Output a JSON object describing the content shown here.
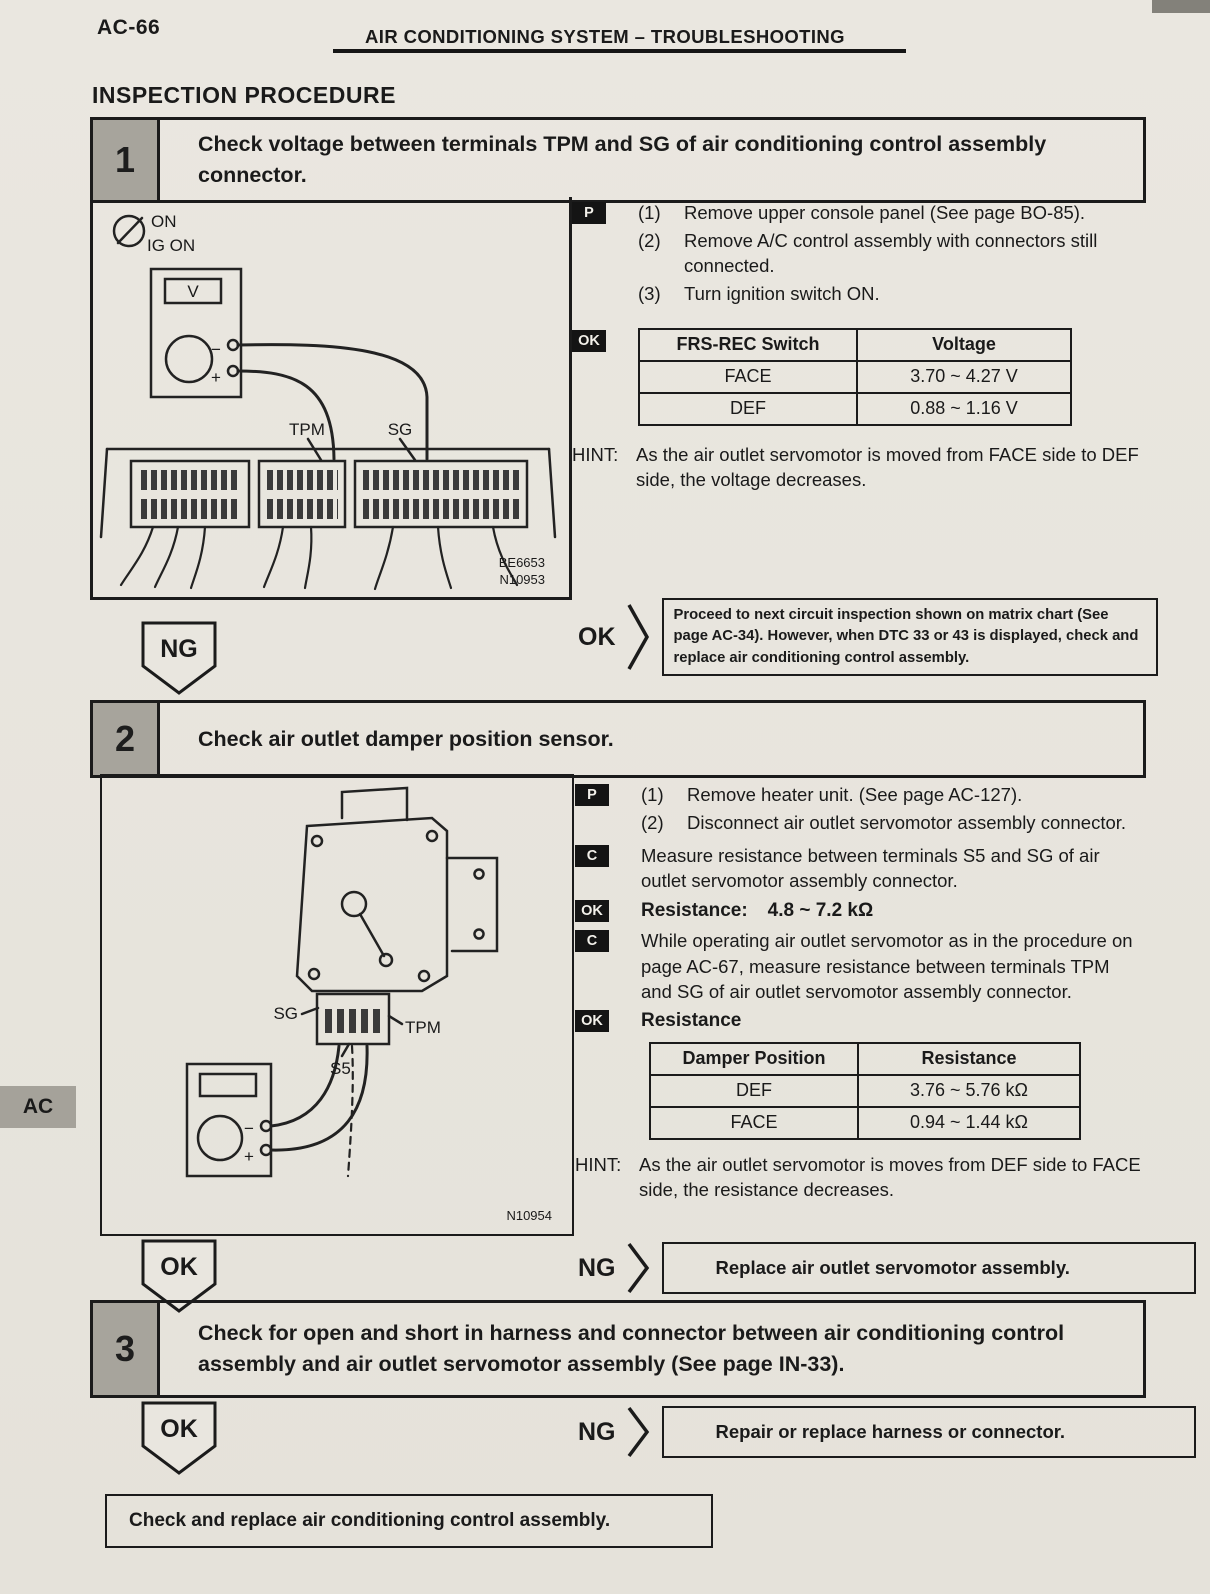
{
  "page": {
    "number": "AC-66",
    "header_title": "AIR CONDITIONING SYSTEM – TROUBLESHOOTING",
    "section_title": "INSPECTION PROCEDURE",
    "side_tab": "AC"
  },
  "badges": {
    "prepare": "P",
    "check": "C",
    "ok": "OK"
  },
  "step1": {
    "number": "1",
    "title": "Check voltage between terminals TPM and SG of air conditioning control assembly connector.",
    "diagram": {
      "ignition_on": "ON",
      "ignition_ig_on": "IG ON",
      "meter_window": "V",
      "minus": "−",
      "plus": "+",
      "terminal_tpm": "TPM",
      "terminal_sg": "SG",
      "fig_code_1": "BE6653",
      "fig_code_2": "N10953"
    },
    "prep_steps": [
      {
        "num": "(1)",
        "text": "Remove upper console panel (See page BO-85)."
      },
      {
        "num": "(2)",
        "text": "Remove A/C control assembly with connectors still connected."
      },
      {
        "num": "(3)",
        "text": "Turn ignition switch ON."
      }
    ],
    "table": {
      "headers": [
        "FRS-REC Switch",
        "Voltage"
      ],
      "rows": [
        [
          "FACE",
          "3.70 ~ 4.27 V"
        ],
        [
          "DEF",
          "0.88 ~ 1.16 V"
        ]
      ]
    },
    "hint_label": "HINT:",
    "hint_text": "As the air outlet servomotor is moved from FACE side to DEF side, the voltage decreases.",
    "ng_label": "NG",
    "ok_label": "OK",
    "ok_result": "Proceed to next circuit inspection shown on matrix chart (See page AC-34). However, when DTC 33 or 43 is displayed, check and replace air conditioning control assembly."
  },
  "step2": {
    "number": "2",
    "title": "Check air outlet damper position sensor.",
    "diagram": {
      "terminal_sg": "SG",
      "terminal_tpm": "TPM",
      "terminal_s5": "S5",
      "minus": "−",
      "plus": "+",
      "fig_code": "N10954"
    },
    "prep_steps": [
      {
        "num": "(1)",
        "text": "Remove heater unit. (See page AC-127)."
      },
      {
        "num": "(2)",
        "text": "Disconnect air outlet servomotor assembly connector."
      }
    ],
    "check1": "Measure resistance between terminals S5 and SG of air outlet servomotor assembly connector.",
    "result1_label": "Resistance:",
    "result1_value": "4.8 ~ 7.2 kΩ",
    "check2": "While operating air outlet servomotor as in the procedure on page AC-67, measure resistance between terminals TPM and SG of air outlet servomotor assembly connector.",
    "result2_label": "Resistance",
    "table": {
      "headers": [
        "Damper Position",
        "Resistance"
      ],
      "rows": [
        [
          "DEF",
          "3.76 ~ 5.76 kΩ"
        ],
        [
          "FACE",
          "0.94 ~ 1.44 kΩ"
        ]
      ]
    },
    "hint_label": "HINT:",
    "hint_text": "As the air outlet servomotor is moves from DEF side to FACE side, the resistance decreases.",
    "ok_label": "OK",
    "ng_label": "NG",
    "ng_result": "Replace air outlet servomotor assembly."
  },
  "step3": {
    "number": "3",
    "title": "Check for open and short in harness and connector between air conditioning control assembly and air outlet servomotor assembly (See page IN-33).",
    "ok_label": "OK",
    "ng_label": "NG",
    "ng_result": "Repair or replace harness or connector."
  },
  "footer": {
    "final_action": "Check and replace air conditioning control assembly."
  }
}
